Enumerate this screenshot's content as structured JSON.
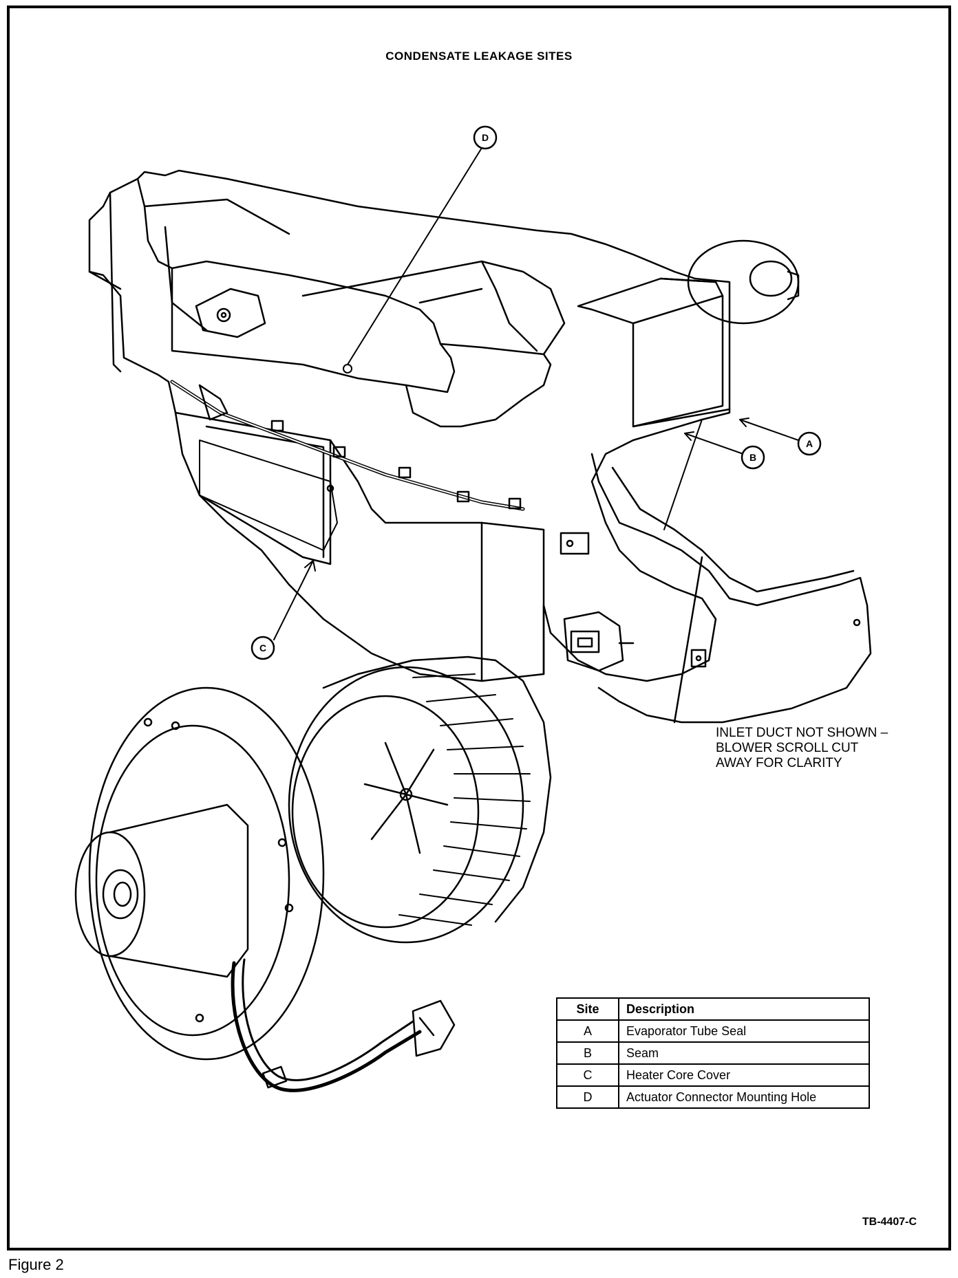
{
  "title": "CONDENSATE LEAKAGE SITES",
  "callouts": [
    "A",
    "B",
    "C",
    "D"
  ],
  "note": "INLET DUCT NOT SHOWN –\nBLOWER SCROLL CUT\nAWAY FOR CLARITY",
  "legend": {
    "headers": [
      "Site",
      "Description"
    ],
    "rows": [
      {
        "site": "A",
        "description": "Evaporator Tube Seal"
      },
      {
        "site": "B",
        "description": "Seam"
      },
      {
        "site": "C",
        "description": "Heater Core Cover"
      },
      {
        "site": "D",
        "description": "Actuator Connector Mounting Hole"
      }
    ]
  },
  "drawing_code": "TB-4407-C",
  "caption": "Figure 2"
}
